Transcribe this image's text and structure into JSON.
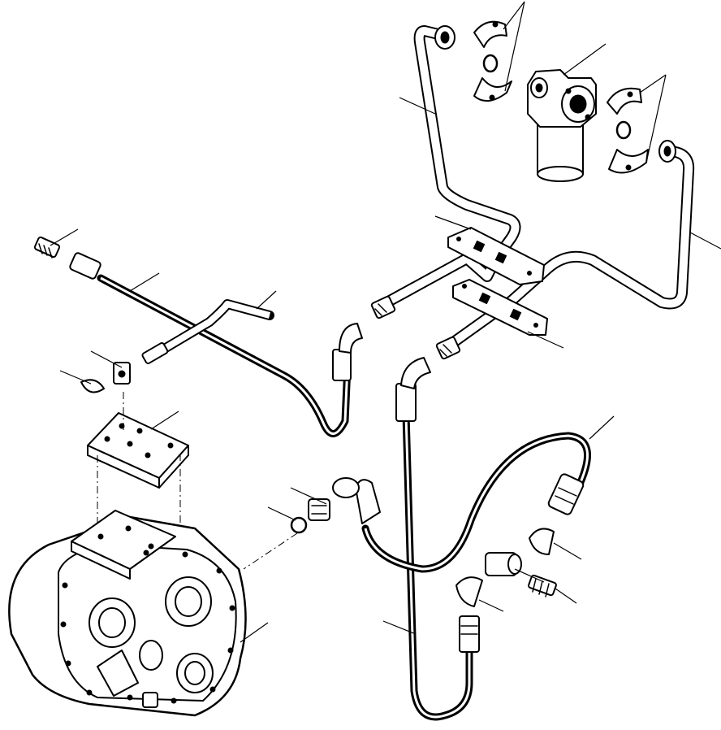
{
  "figure": {
    "background": "#ffffff",
    "ink": "#000000"
  },
  "parts": [
    {
      "id": "filter-assembly",
      "icon": "oil-filter-icon"
    },
    {
      "id": "filter-clamp-upper",
      "icon": "split-flange-icon"
    },
    {
      "id": "filter-clamp-lower",
      "icon": "split-flange-icon"
    },
    {
      "id": "upper-left-tube",
      "icon": "tube-icon"
    },
    {
      "id": "right-return-tube",
      "icon": "tube-icon"
    },
    {
      "id": "tube-bracket-upper",
      "icon": "bracket-icon"
    },
    {
      "id": "tube-bracket-lower",
      "icon": "bracket-icon"
    },
    {
      "id": "left-hose",
      "icon": "hose-icon"
    },
    {
      "id": "center-hose",
      "icon": "hose-icon"
    },
    {
      "id": "right-hose",
      "icon": "hose-icon"
    },
    {
      "id": "breather-tube",
      "icon": "tube-icon"
    },
    {
      "id": "control-valve-plate",
      "icon": "valve-plate-icon"
    },
    {
      "id": "transmission-housing",
      "icon": "housing-icon"
    },
    {
      "id": "adapter-fittings",
      "icon": "fitting-icon"
    },
    {
      "id": "o-ring-seals",
      "icon": "o-ring-icon"
    }
  ]
}
